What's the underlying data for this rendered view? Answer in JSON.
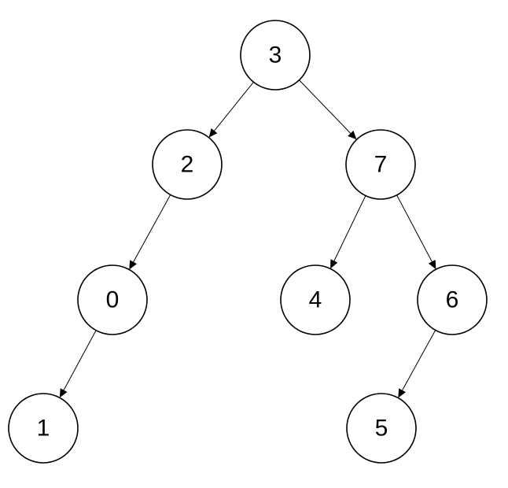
{
  "tree": {
    "nodes": [
      {
        "id": "n3",
        "label": "3"
      },
      {
        "id": "n2",
        "label": "2"
      },
      {
        "id": "n7",
        "label": "7"
      },
      {
        "id": "n0",
        "label": "0"
      },
      {
        "id": "n4",
        "label": "4"
      },
      {
        "id": "n6",
        "label": "6"
      },
      {
        "id": "n1",
        "label": "1"
      },
      {
        "id": "n5",
        "label": "5"
      }
    ],
    "edges": [
      {
        "from": "n3",
        "to": "n2"
      },
      {
        "from": "n3",
        "to": "n7"
      },
      {
        "from": "n2",
        "to": "n0"
      },
      {
        "from": "n7",
        "to": "n4"
      },
      {
        "from": "n7",
        "to": "n6"
      },
      {
        "from": "n0",
        "to": "n1"
      },
      {
        "from": "n6",
        "to": "n5"
      }
    ],
    "colors": {
      "stroke": "#000000",
      "fill": "#ffffff",
      "text": "#000000"
    }
  }
}
